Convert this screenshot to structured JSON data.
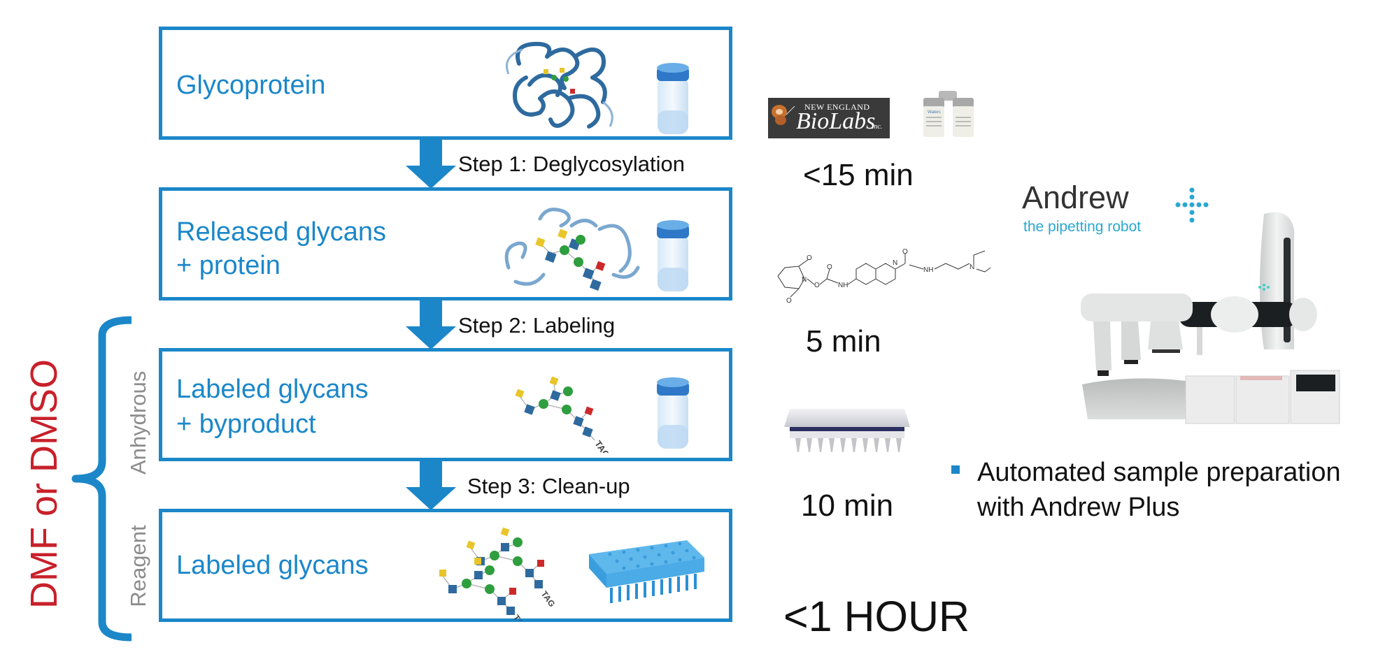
{
  "colors": {
    "accent_blue": "#1b87c9",
    "solvent_red": "#c8202a",
    "side_label_gray": "#8c8c8c",
    "text_dark": "#111111",
    "andrew_dark": "#333333",
    "andrew_teal": "#2aa8d0"
  },
  "workflow": {
    "boxes": [
      {
        "label_lines": [
          "Glycoprotein"
        ],
        "illustration": "protein-ribbon-icon",
        "container": "vial-icon"
      },
      {
        "label_lines": [
          "Released glycans",
          "+ protein"
        ],
        "illustration": "released-glycans-icon",
        "container": "vial-icon"
      },
      {
        "label_lines": [
          "Labeled glycans",
          "+ byproduct"
        ],
        "illustration": "labeled-glycan-icon",
        "container": "vial-icon"
      },
      {
        "label_lines": [
          "Labeled glycans"
        ],
        "illustration": "labeled-glycans-pair-icon",
        "container": "well-plate-icon"
      }
    ],
    "steps": [
      {
        "label": "Step 1: Deglycosylation"
      },
      {
        "label": "Step 2: Labeling"
      },
      {
        "label": "Step 3: Clean-up"
      }
    ],
    "glycan_tag": "TAG"
  },
  "side_labels": {
    "solvent": "DMF or DMSO",
    "anhydrous": "Anhydrous",
    "reagent": "Reagent"
  },
  "timings": [
    {
      "value": "<15 min",
      "visual": "neb-logo-and-vials"
    },
    {
      "value": "5 min",
      "visual": "labeling-reagent-structure"
    },
    {
      "value": "10 min",
      "visual": "spe-plate"
    }
  ],
  "total": "<1 HOUR",
  "neb_logo": {
    "line1": "NEW ENGLAND",
    "line2": "BioLabs",
    "suffix": "Inc."
  },
  "vial_label": "Waters",
  "molecule_atoms": {
    "o1": "O",
    "o2": "O",
    "o3": "O",
    "o4": "O",
    "o5": "O",
    "n1": "N",
    "nh1": "NH",
    "n2": "N",
    "nh2": "NH",
    "n3": "N"
  },
  "andrew": {
    "brand": "Andrew",
    "tagline": "the pipetting robot"
  },
  "bullet": {
    "lines": [
      "Automated sample preparation",
      "with Andrew Plus"
    ]
  }
}
